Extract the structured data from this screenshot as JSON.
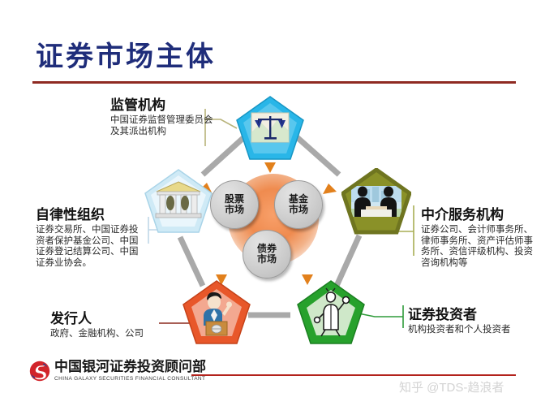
{
  "slide": {
    "title": "证券市场主体",
    "accent_title_color": "#1f2d7a",
    "accent_rule_color": "#8f2a22"
  },
  "center": {
    "markets": [
      {
        "name": "股票市场",
        "line1": "股票",
        "line2": "市场"
      },
      {
        "name": "基金市场",
        "line1": "基金",
        "line2": "市场"
      },
      {
        "name": "债券市场",
        "line1": "债券",
        "line2": "市场"
      }
    ],
    "glow_color": "#ef8b4f",
    "circle_color": "#d2d2d2"
  },
  "nodes": [
    {
      "key": "regulator",
      "heading": "监管机构",
      "desc": "中国证券监督管理委员会及其派出机构",
      "icon": "scales-of-justice-icon",
      "color": "#29b6e8"
    },
    {
      "key": "sro",
      "heading": "自律性组织",
      "desc": "证券交易所、中国证券投资者保护基金公司、中国证券登记结算公司、中国证券业协会。",
      "icon": "bank-building-icon",
      "color": "#bfe4f2"
    },
    {
      "key": "intermediary",
      "heading": "中介服务机构",
      "desc": "证券公司、会计师事务所、律师事务所、资产评估师事务所、资信评级机构、投资咨询机构等",
      "icon": "handshake-icon",
      "color": "#8a9128"
    },
    {
      "key": "issuer",
      "heading": "发行人",
      "desc": "政府、金融机构、公司",
      "icon": "speaker-podium-icon",
      "color": "#e8572a"
    },
    {
      "key": "investor",
      "heading": "证券投资者",
      "desc": "机构投资者和个人投资者",
      "icon": "investor-person-icon",
      "color": "#27a12c"
    }
  ],
  "footer": {
    "company_cn": "中国银河证券投资顾问部",
    "company_en": "CHINA GALAXY SECURITIES FINANCIAL CONSULTANT",
    "logo_icon": "galaxy-swirl-logo-icon",
    "rule_color": "#b3231c"
  },
  "watermark": {
    "text": "知乎 @TDS-趋浪者"
  }
}
